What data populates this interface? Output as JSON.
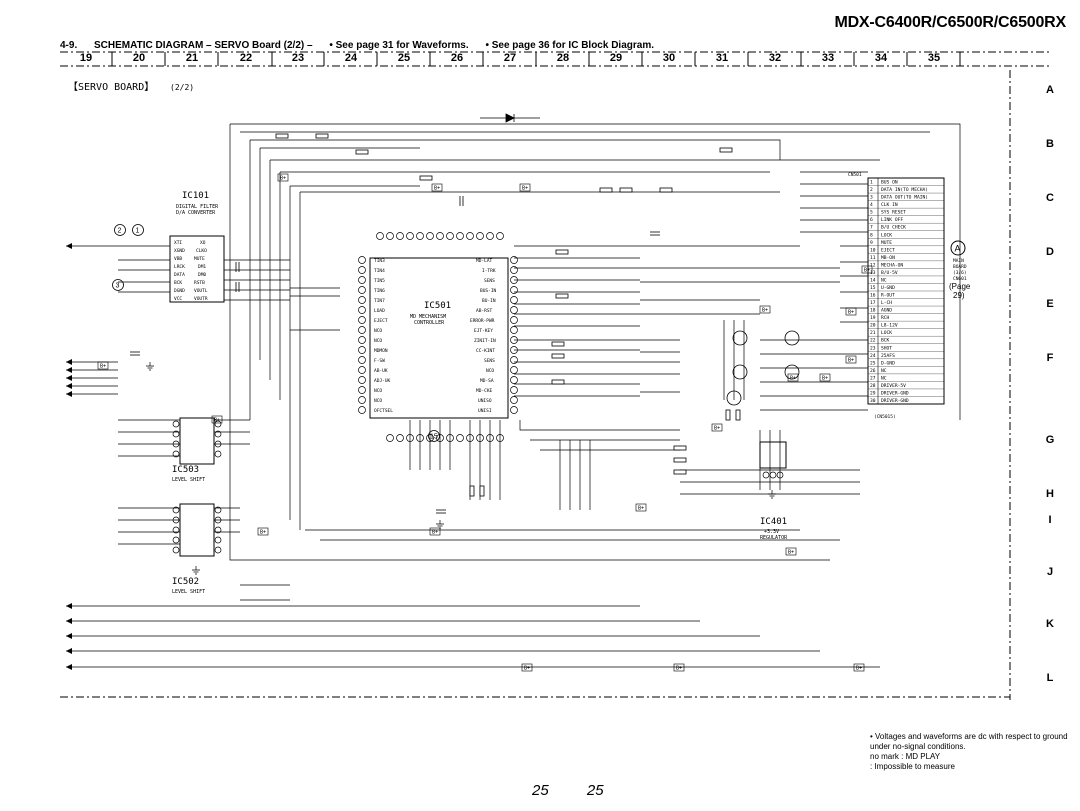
{
  "model_title": "MDX-C6400R/C6500R/C6500RX",
  "header": {
    "section": "4-9.",
    "title": "SCHEMATIC  DIAGRAM  – SERVO Board (2/2) –",
    "ref1": "• See page 31 for Waveforms.",
    "ref2": "• See page 36 for IC Block Diagram."
  },
  "columns": [
    "19",
    "20",
    "21",
    "22",
    "23",
    "24",
    "25",
    "26",
    "27",
    "28",
    "29",
    "30",
    "31",
    "32",
    "33",
    "34",
    "35"
  ],
  "rows": [
    "A",
    "B",
    "C",
    "D",
    "E",
    "F",
    "G",
    "H",
    "I",
    "J",
    "K",
    "L"
  ],
  "board_title": "【SERVO BOARD】",
  "board_part": "(2/2)",
  "ics": {
    "ic101": {
      "name": "IC101",
      "desc1": "DIGITAL FILTER",
      "desc2": "D/A CONVERTER"
    },
    "ic501": {
      "name": "IC501",
      "desc1": "MD MECHANISM",
      "desc2": "CONTROLLER"
    },
    "ic503": {
      "name": "IC503",
      "desc1": "LEVEL SHIFT"
    },
    "ic502": {
      "name": "IC502",
      "desc1": "LEVEL SHIFT"
    },
    "ic401": {
      "name": "IC401",
      "desc1": "+3.3V",
      "desc2": "REGULATOR"
    }
  },
  "connector": {
    "ref": "CN501",
    "pins": [
      {
        "n": "1",
        "s": "BUS ON"
      },
      {
        "n": "2",
        "s": "DATA IN(TO MECHA)"
      },
      {
        "n": "3",
        "s": "DATA OUT(TO MAIN)"
      },
      {
        "n": "4",
        "s": "CLK IN"
      },
      {
        "n": "5",
        "s": "SYS RESET"
      },
      {
        "n": "6",
        "s": "LINK OFF"
      },
      {
        "n": "7",
        "s": "B/U CHECK"
      },
      {
        "n": "8",
        "s": "LOCK"
      },
      {
        "n": "9",
        "s": "MUTE"
      },
      {
        "n": "10",
        "s": "EJECT"
      },
      {
        "n": "11",
        "s": "MB-ON"
      },
      {
        "n": "12",
        "s": "MECHA-ON"
      },
      {
        "n": "13",
        "s": "B/U-5V"
      },
      {
        "n": "14",
        "s": "NC"
      },
      {
        "n": "15",
        "s": "U-GND"
      },
      {
        "n": "16",
        "s": "R-OUT"
      },
      {
        "n": "17",
        "s": "L-CH"
      },
      {
        "n": "18",
        "s": "AGND"
      },
      {
        "n": "19",
        "s": "RCH"
      },
      {
        "n": "20",
        "s": "L8-12V"
      },
      {
        "n": "21",
        "s": "LOCK"
      },
      {
        "n": "22",
        "s": "BCK"
      },
      {
        "n": "23",
        "s": "SHOT"
      },
      {
        "n": "24",
        "s": "25AFS"
      },
      {
        "n": "25",
        "s": "D-GND"
      },
      {
        "n": "26",
        "s": "NC"
      },
      {
        "n": "27",
        "s": "NC"
      },
      {
        "n": "28",
        "s": "DRIVER-5V"
      },
      {
        "n": "29",
        "s": "DRIVER-GND"
      },
      {
        "n": "30",
        "s": "DRIVER-GND"
      }
    ]
  },
  "main_board_ref": {
    "circle": "A",
    "line1": "MAIN",
    "line2": "BOARD",
    "line3": "(3/6)",
    "line4": "CN601",
    "page1": "(Page",
    "page2": "29)"
  },
  "cn101": "(CN5015)",
  "notes": {
    "l1": "• Voltages and waveforms are dc with respect to ground",
    "l2": "  under no-signal conditions.",
    "l3": "  no mark  : MD PLAY",
    "l4": "               : Impossible to measure"
  },
  "page_numbers": [
    "25",
    "25"
  ]
}
